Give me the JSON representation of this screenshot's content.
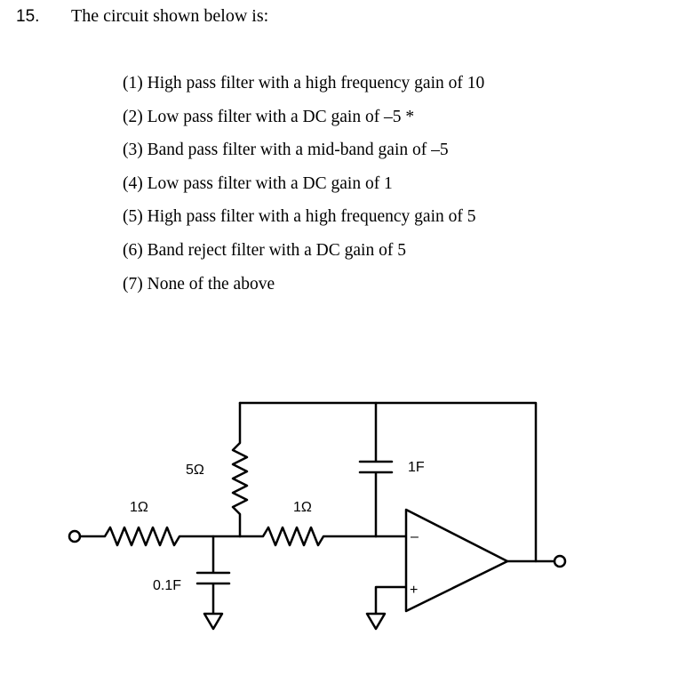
{
  "question": {
    "number": "15.",
    "text": "The circuit shown below is:"
  },
  "options": [
    "(1) High pass filter with a high frequency gain of 10",
    "(2) Low pass filter with a DC gain of –5 *",
    "(3) Band pass filter with a mid-band gain of –5",
    "(4) Low pass filter with a DC gain of 1",
    "(5) High pass filter with a high frequency gain of 5",
    "(6) Band reject filter with a DC gain of 5",
    "(7) None of the above"
  ],
  "circuit": {
    "labels": {
      "r_input": "1Ω",
      "r_feedback": "5Ω",
      "r_middle": "1Ω",
      "c_feedback": "1F",
      "c_ground": "0.1F",
      "opamp_minus": "–",
      "opamp_plus": "+"
    }
  }
}
